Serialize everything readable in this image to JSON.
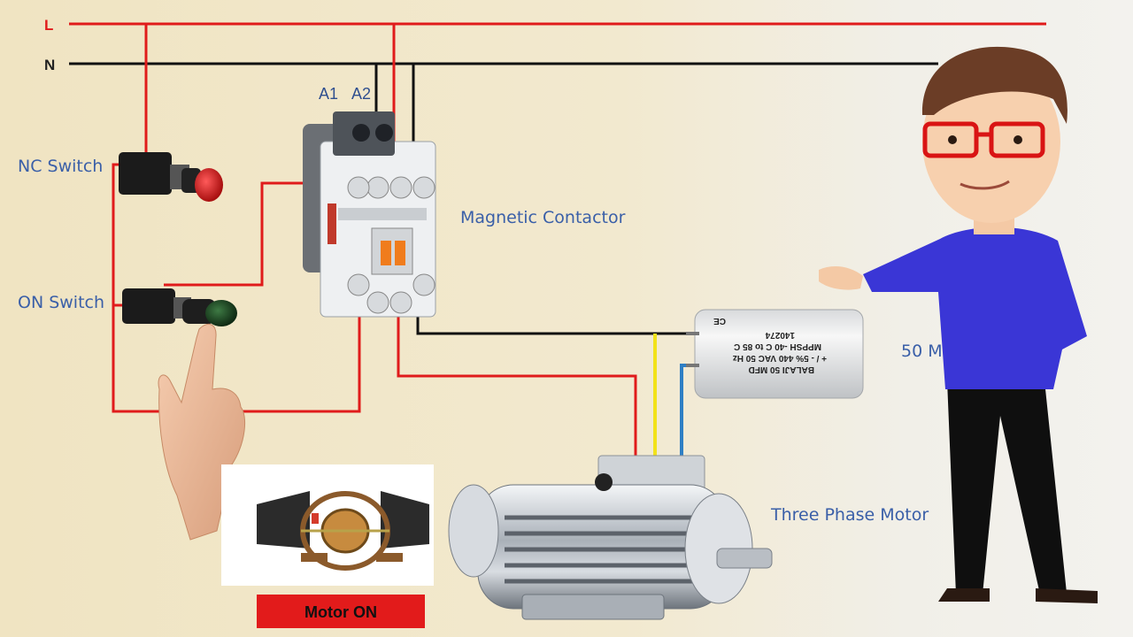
{
  "lines": {
    "live_label": "L",
    "neutral_label": "N"
  },
  "labels": {
    "nc_switch": "NC Switch",
    "on_switch": "ON Switch",
    "magnetic_contactor": "Magnetic Contactor",
    "three_phase_motor": "Three  Phase Motor",
    "capacitor_partial": "50 M",
    "coil_a1": "A1",
    "coil_a2": "A2",
    "status": "Motor ON"
  },
  "capacitor_print": {
    "line1": "BALAJI 50 MFD",
    "line2": "+ / - 5%  440 VAC 50 Hz",
    "line3": "MPPSH -40 C to 85 C",
    "line4": "140274",
    "mark": "CE"
  },
  "colors": {
    "live_wire": "#e01b1b",
    "neutral_wire": "#111111",
    "yellow_wire": "#f2e21a",
    "blue_wire": "#2f7fc4",
    "label_blue": "#3a5fa8",
    "status_bg": "#e21b1b"
  }
}
